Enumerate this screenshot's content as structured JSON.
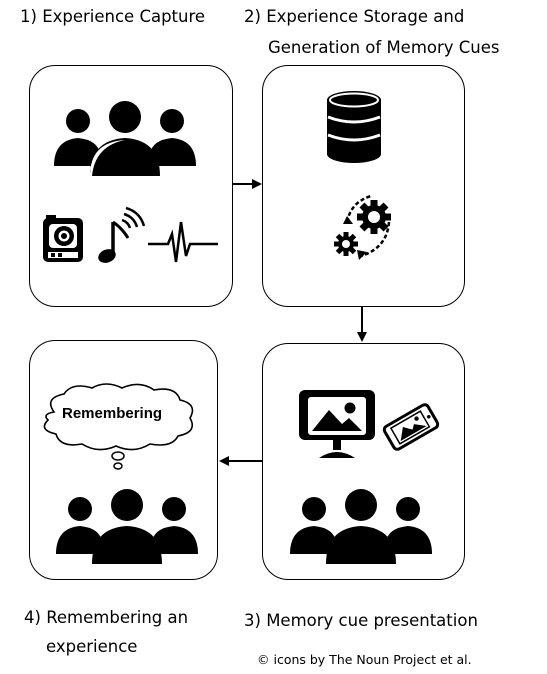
{
  "stages": [
    {
      "number": "1)",
      "title_lines": [
        "Experience Capture"
      ]
    },
    {
      "number": "2)",
      "title_lines": [
        "Experience Storage and",
        "Generation of Memory Cues"
      ]
    },
    {
      "number": "3)",
      "title_lines": [
        "Memory cue presentation"
      ]
    },
    {
      "number": "4)",
      "title_lines": [
        "Remembering an",
        "experience"
      ]
    }
  ],
  "thought_bubble_text": "Remembering",
  "credit": "© icons by The Noun Project et al."
}
